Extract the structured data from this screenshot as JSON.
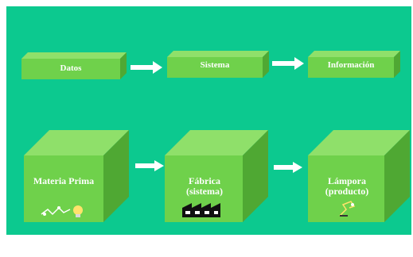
{
  "diagram": {
    "row1": [
      {
        "label": "Datos"
      },
      {
        "label": "Sistema"
      },
      {
        "label": "Información"
      }
    ],
    "row2": [
      {
        "label": "Materia Prima",
        "icon": "bulb-circuit-icon"
      },
      {
        "label": "Fábrica (sistema)",
        "icon": "factory-icon"
      },
      {
        "label": "Lámpora (producto)",
        "icon": "lamp-icon"
      }
    ]
  },
  "colors": {
    "background": "#0cc98f",
    "box_front": "#6fd14b",
    "box_top": "#8fe06a",
    "box_side": "#4fa833",
    "arrow": "#ffffff"
  }
}
